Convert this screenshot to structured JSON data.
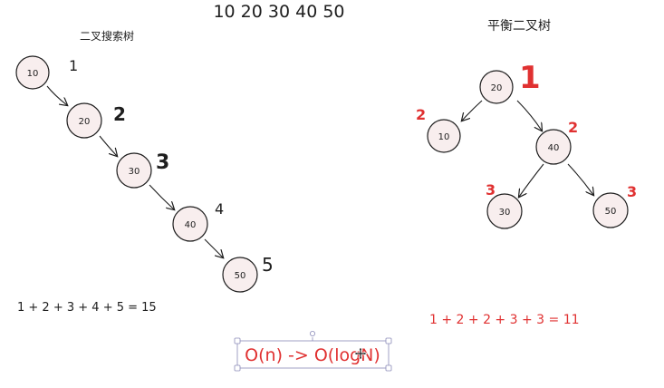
{
  "header": {
    "sequence": "10  20  30  40  50"
  },
  "bst": {
    "title": "二叉搜索树",
    "nodes": [
      {
        "value": "10",
        "depth_label": "1"
      },
      {
        "value": "20",
        "depth_label": "2"
      },
      {
        "value": "30",
        "depth_label": "3"
      },
      {
        "value": "40",
        "depth_label": "4"
      },
      {
        "value": "50",
        "depth_label": "5"
      }
    ],
    "sum_formula": "1 + 2 + 3 + 4 + 5 = 15"
  },
  "avl": {
    "title": "平衡二叉树",
    "nodes": [
      {
        "value": "20",
        "depth_label": "1"
      },
      {
        "value": "10",
        "depth_label": "2"
      },
      {
        "value": "40",
        "depth_label": "2"
      },
      {
        "value": "30",
        "depth_label": "3"
      },
      {
        "value": "50",
        "depth_label": "3"
      }
    ],
    "sum_formula": "1 + 2 + 2 + 3 + 3 = 11"
  },
  "complexity": {
    "text": "O(n) -> O(logN)"
  },
  "colors": {
    "ink": "#1e1e1e",
    "accent_red": "#e03131",
    "node_fill": "#f8eeee",
    "selection": "#8a8ab8"
  }
}
